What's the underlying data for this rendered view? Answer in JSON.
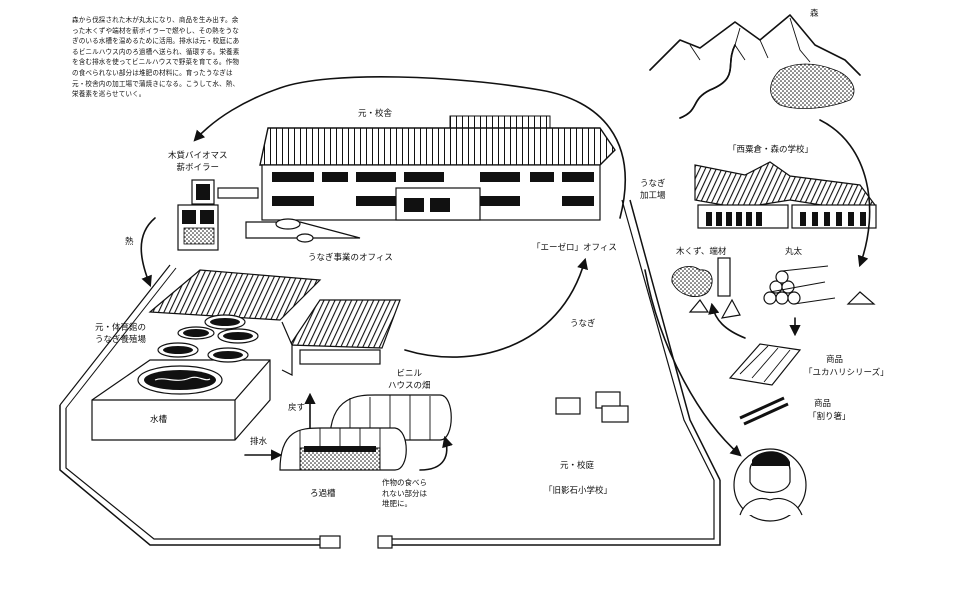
{
  "intro_text": "森から伐採された木が丸太になり、商品を生み出す。余った木くずや端材を薪ボイラーで燃やし、その熱をうなぎのいる水槽を温めるために活用。排水は元・校庭にあるビニルハウス内のろ過槽へ送られ、循環する。栄養素を含む排水を使ってビニルハウスで野菜を育てる。作物の食べられない部分は堆肥の材料に。育ったうなぎは元・校舎内の加工場で蒲焼きになる。こうして水、熱、栄養素を巡らせていく。",
  "labels": {
    "forest": "森",
    "school_building": "元・校舎",
    "biomass_boiler": "木質バイオマス\n薪ボイラー",
    "heat": "熱",
    "gym_farm": "元・体育館の\nうなぎ養殖場",
    "water_tank": "水槽",
    "drainage": "排水",
    "return": "戻す",
    "filter_tank": "ろ過槽",
    "greenhouse": "ビニル\nハウスの畑",
    "compost_note": "作物の食べら\nれない部分は\n堆肥に。",
    "unagi_office": "うなぎ事業のオフィス",
    "azero_office": "「エーゼロ」オフィス",
    "unagi": "うなぎ",
    "unagi_processing": "うなぎ\n加工場",
    "schoolyard": "元・校庭",
    "former_school": "「旧影石小学校」",
    "nishiawakura": "「西粟倉・森の学校」",
    "woodchips": "木くず、端材",
    "logs": "丸太",
    "product_1_label": "商品",
    "product_1_name": "「ユカハリシリーズ」",
    "product_2_label": "商品",
    "product_2_name": "「割り箸」"
  }
}
